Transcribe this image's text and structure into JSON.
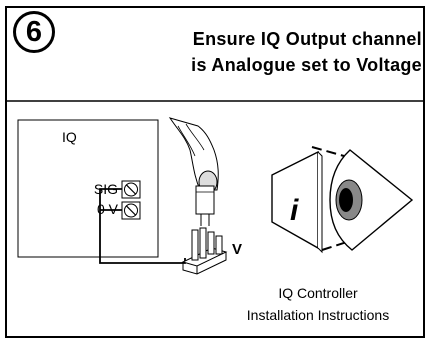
{
  "step": {
    "number": "6",
    "title_line1": "Ensure IQ Output channel",
    "title_line2": "is Analogue set to Voltage"
  },
  "diagram": {
    "controller_label": "IQ",
    "terminal_sig": "SIG",
    "terminal_0v": "0 V",
    "jumper_label": "V",
    "book_icon_letter": "i"
  },
  "caption": {
    "line1": "IQ Controller",
    "line2": "Installation  Instructions"
  }
}
